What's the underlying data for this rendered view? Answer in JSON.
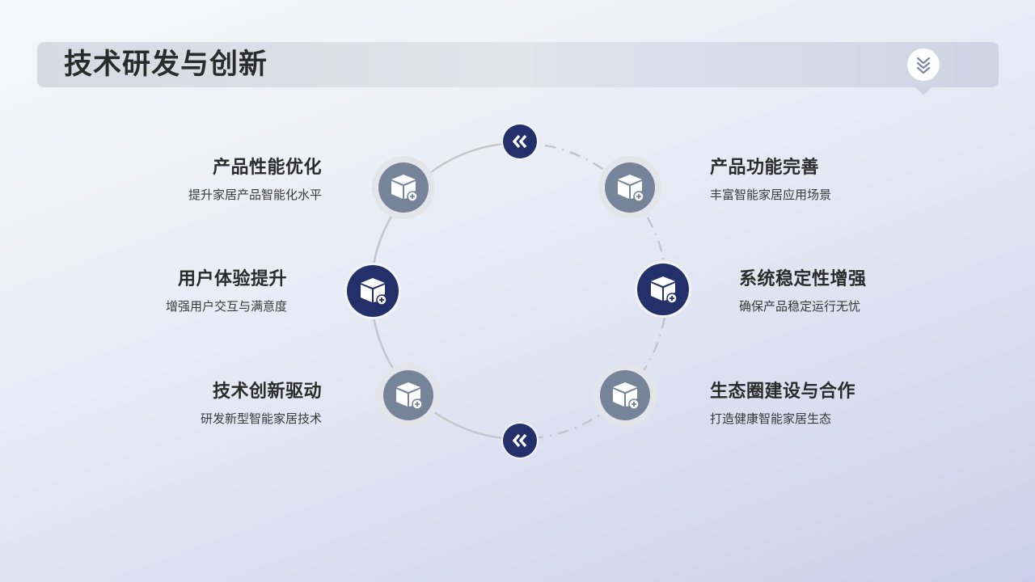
{
  "header": {
    "title": "技术研发与创新",
    "badge_icon": "double-chevron-down-icon"
  },
  "colors": {
    "navy": "#23306a",
    "gray_node": "#76849a",
    "ring": "#c4c6cc",
    "title_text": "#2b2b2b"
  },
  "cycle": {
    "connector_icon": "double-chevron-left-icon",
    "node_icon": "box-add-icon"
  },
  "items": [
    {
      "title": "产品性能优化",
      "desc": "提升家居产品智能化水平",
      "side": "left",
      "style": "gray"
    },
    {
      "title": "用户体验提升",
      "desc": "增强用户交互与满意度",
      "side": "left",
      "style": "navy"
    },
    {
      "title": "技术创新驱动",
      "desc": "研发新型智能家居技术",
      "side": "left",
      "style": "gray"
    },
    {
      "title": "产品功能完善",
      "desc": "丰富智能家居应用场景",
      "side": "right",
      "style": "gray"
    },
    {
      "title": "系统稳定性增强",
      "desc": "确保产品稳定运行无忧",
      "side": "right",
      "style": "navy"
    },
    {
      "title": "生态圈建设与合作",
      "desc": "打造健康智能家居生态",
      "side": "right",
      "style": "gray"
    }
  ]
}
